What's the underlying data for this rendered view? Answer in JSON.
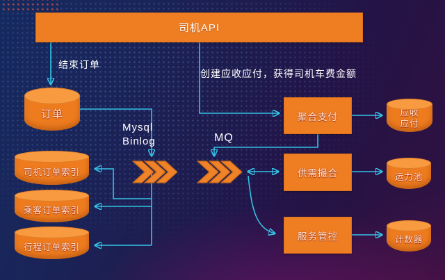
{
  "colors": {
    "shape_orange": "#ef7e23",
    "cylinder_top_orange": "#f79a40",
    "connector_cyan": "#35c3e8",
    "background_navy": "#1a2458",
    "background_purple": "#2b1243"
  },
  "header": {
    "driver_api": "司机API"
  },
  "flow_labels": {
    "end_order": "结束订单",
    "create_receivable": "创建应收应付，获得司机车费金额",
    "mysql_binlog": "Mysql Binlog",
    "mq": "MQ"
  },
  "services": {
    "aggregate_payment": "聚合支付",
    "supply_demand_matching": "供需撮合",
    "service_control": "服务管控"
  },
  "databases": {
    "order": "订单",
    "driver_order_index": "司机订单索引",
    "passenger_order_index": "乘客订单索引",
    "trip_order_index": "行程订单索引",
    "receivable_payable": "应收应付",
    "capacity_pool": "运力池",
    "counter": "计数器"
  }
}
